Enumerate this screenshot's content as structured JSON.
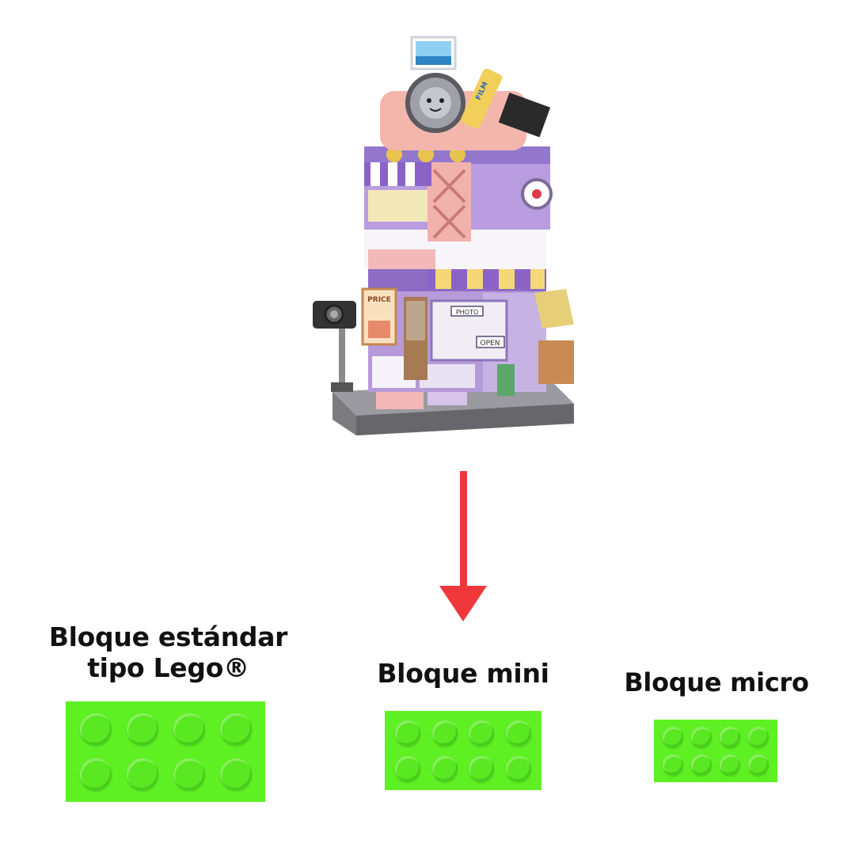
{
  "colors": {
    "background": "#ffffff",
    "arrow": "#f0383a",
    "brick": "#5ff024",
    "label_text": "#111111"
  },
  "product_image": {
    "icon": "toy-brick-photo-shop-icon",
    "sign_price": "PRICE",
    "sign_photo": "PHOTO",
    "sign_open": "OPEN",
    "sign_film": "FILM"
  },
  "arrow": {
    "icon": "arrow-down-icon"
  },
  "blocks": [
    {
      "label_line1": "Bloque estándar",
      "label_line2": "tipo Lego®",
      "studs": 8
    },
    {
      "label": "Bloque mini",
      "studs": 8
    },
    {
      "label": "Bloque micro",
      "studs": 8
    }
  ]
}
